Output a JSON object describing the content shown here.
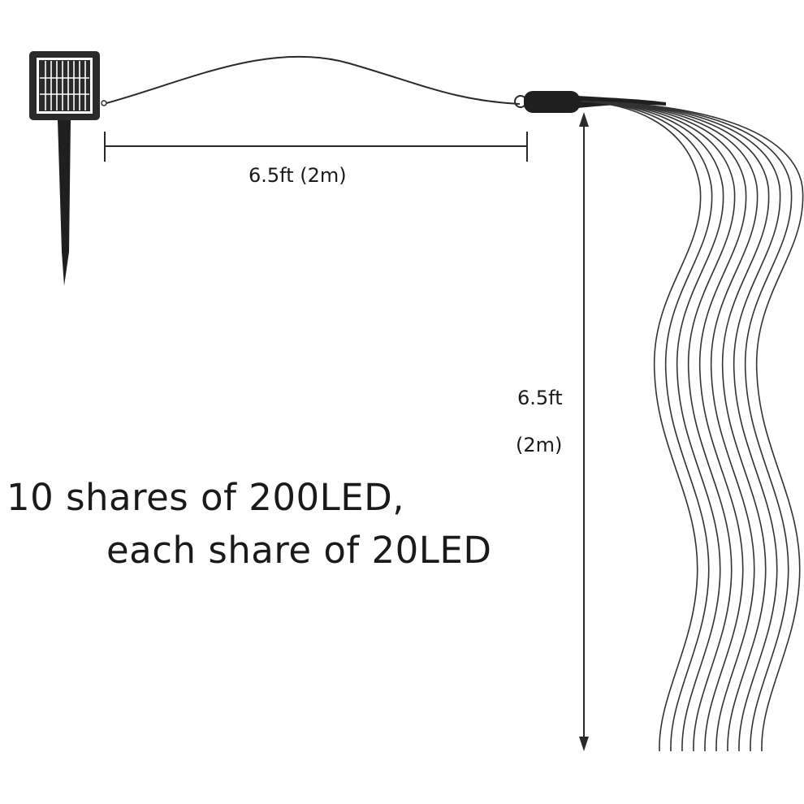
{
  "labels": {
    "cable_length": "6.5ft (2m)",
    "drop_length_ft": "6.5ft",
    "drop_length_m": "(2m)"
  },
  "caption": {
    "line1": "10 shares of 200LED,",
    "line2": "each share of 20LED"
  },
  "strands": {
    "count": 10
  },
  "colors": {
    "ink": "#1a1a1a",
    "panel": "#2a2a2a"
  }
}
